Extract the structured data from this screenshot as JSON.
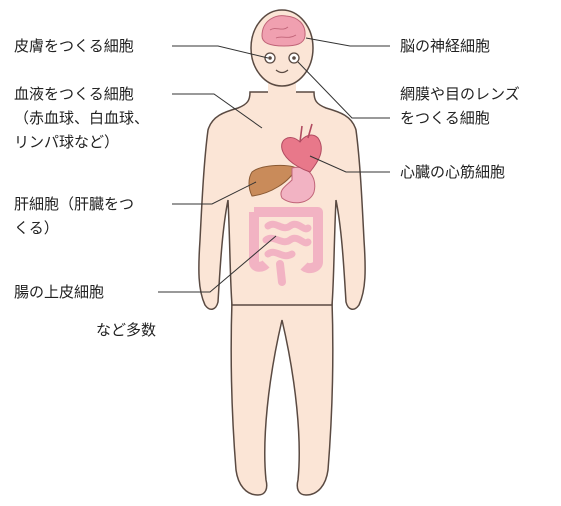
{
  "labels": {
    "skin": "皮膚をつくる細胞",
    "blood": [
      "血液をつくる細胞",
      "（赤血球、白血球、",
      "リンパ球など）"
    ],
    "liver": [
      "肝細胞（肝臓をつ",
      "くる）"
    ],
    "intestine": "腸の上皮細胞",
    "etc": "など多数",
    "brain": "脳の神経細胞",
    "eye": [
      "網膜や目のレンズ",
      "をつくる細胞"
    ],
    "heart": "心臓の心筋細胞"
  },
  "colors": {
    "skin": "#fbe5d6",
    "outline": "#5a4a42",
    "brain": "#f0a0b0",
    "heart": "#e8788a",
    "liver": "#c98b5a",
    "intestine": "#f2b3c3",
    "leader": "#333333"
  }
}
